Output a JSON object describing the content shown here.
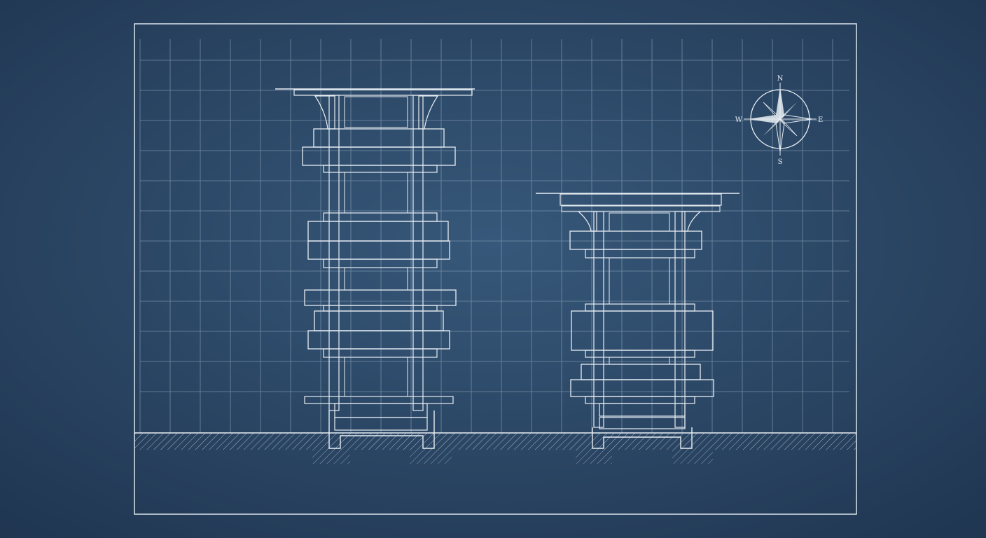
{
  "colors": {
    "background": "#2c4a68",
    "background_edge": "#1f3550",
    "grid_line": "#7f98b0",
    "ink": "#e8eef3",
    "warm_core": "#e0a040",
    "warm_edge": "#a65a30",
    "slab_blue": "#5a7896",
    "glass_fill": "#8ea6bb"
  },
  "compass": {
    "north": "N",
    "south": "S",
    "east": "E",
    "west": "W",
    "icon": "compass-rose-icon"
  },
  "towers": [
    {
      "name": "tall-tower",
      "levels": 4
    },
    {
      "name": "short-tower",
      "levels": 3
    }
  ]
}
